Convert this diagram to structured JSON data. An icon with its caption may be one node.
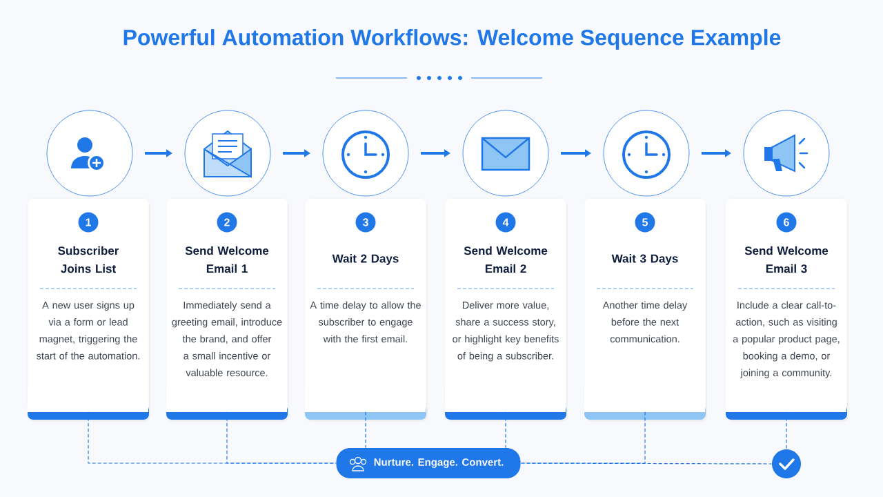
{
  "diagram": {
    "title": "Powerful Automation Workflows: Welcome Sequence Example",
    "nodes": [
      {
        "text": [],
        "shape": "circle"
      },
      {
        "text": [],
        "shape": "circle"
      },
      {
        "text": [],
        "shape": "circle"
      },
      {
        "text": [],
        "shape": "circle"
      },
      {
        "text": [],
        "shape": "circle"
      },
      {
        "text": [],
        "shape": "circle"
      },
      {
        "text": [
          "1",
          "Subscriber Joins List",
          "A new user signs up via a form or lead magnet, triggering the start of the automation."
        ]
      },
      {
        "text": [
          "2",
          "Send Welcome Email 1",
          "Immediately send a greeting email, introduce the brand, and offer a small incentive or valuable resource."
        ]
      },
      {
        "text": [
          "3",
          "Wait 2 Days",
          "A time delay to allow the subscriber to engage with the first email."
        ]
      },
      {
        "text": [
          "4",
          "Send Welcome Email 2",
          "Deliver more value, share a success story, or highlight key benefits of being a subscriber."
        ]
      },
      {
        "text": [
          "5",
          "Wait 3 Days",
          "Another time delay before the next communication."
        ]
      },
      {
        "text": [
          "6",
          "Send Welcome Email 3",
          "Include a clear call-to-action, such as visiting a popular product page, booking a demo, or joining a community."
        ]
      },
      {
        "text": [
          "Nurture. Engage. Convert."
        ]
      },
      {
        "text": [],
        "shape": "circle"
      }
    ],
    "edges": [
      {
        "from": 0,
        "to": 1,
        "arrow": "to",
        "style": "thick"
      },
      {
        "from": 1,
        "to": 2,
        "arrow": "to",
        "style": "thick"
      },
      {
        "from": 2,
        "to": 3,
        "arrow": "to",
        "style": "thick"
      },
      {
        "from": 3,
        "to": 4,
        "arrow": "to",
        "style": "thick"
      },
      {
        "from": 4,
        "to": 5,
        "arrow": "to",
        "style": "thick"
      },
      {
        "from": 6,
        "to": 12,
        "arrow": "none",
        "style": "dashed"
      },
      {
        "from": 7,
        "to": 12,
        "arrow": "none",
        "style": "dashed"
      },
      {
        "from": 8,
        "to": 12,
        "arrow": "none",
        "style": "dashed"
      },
      {
        "from": 9,
        "to": 12,
        "arrow": "none",
        "style": "dashed"
      },
      {
        "from": 10,
        "to": 12,
        "arrow": "none",
        "style": "dashed"
      },
      {
        "from": 11,
        "to": 13,
        "arrow": "none",
        "style": "dashed"
      },
      {
        "from": 12,
        "to": 13,
        "arrow": "none",
        "style": "dashed"
      }
    ]
  }
}
